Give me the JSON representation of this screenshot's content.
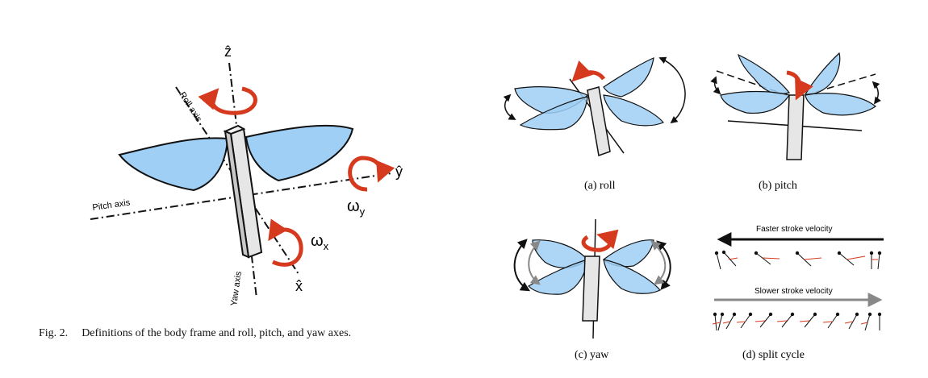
{
  "figure_left": {
    "axis_labels": {
      "z": "ẑ",
      "y": "ŷ",
      "x": "x̂"
    },
    "omega_y": {
      "symbol": "ω",
      "sub": "y"
    },
    "omega_x": {
      "symbol": "ω",
      "sub": "x"
    },
    "roll_axis_label": "Roll axis",
    "pitch_axis_label": "Pitch axis",
    "yaw_axis_label": "Yaw axis",
    "caption_number": "Fig. 2.",
    "caption_text": "Definitions of the body frame and roll, pitch, and yaw axes."
  },
  "panels": {
    "a": {
      "caption": "(a) roll"
    },
    "b": {
      "caption": "(b) pitch"
    },
    "c": {
      "caption": "(c) yaw"
    },
    "d": {
      "caption": "(d) split cycle",
      "faster_label": "Faster stroke velocity",
      "slower_label": "Slower stroke velocity"
    }
  },
  "colors": {
    "wing_fill": "#9fcff5",
    "wing_stroke": "#111111",
    "arrow_red": "#d63a1e",
    "arrow_gray": "#888888"
  }
}
